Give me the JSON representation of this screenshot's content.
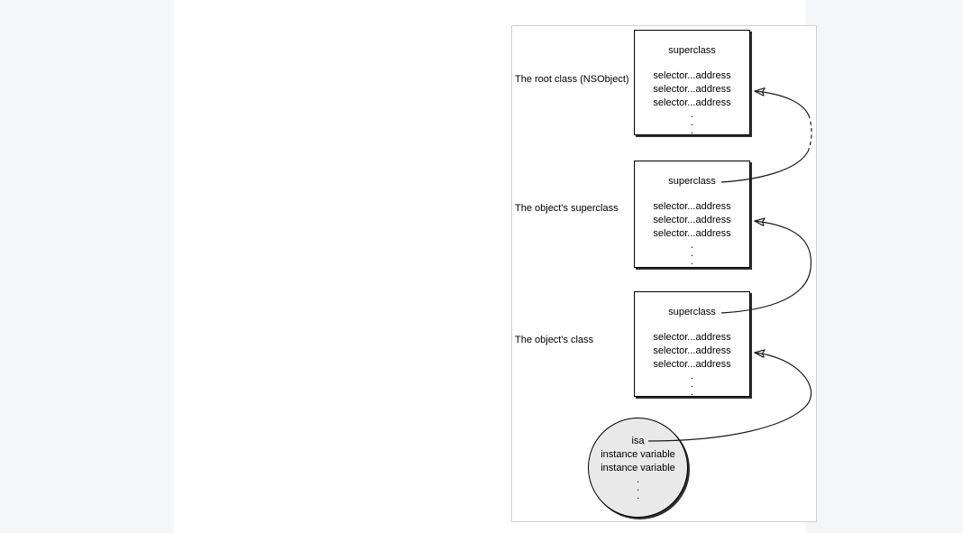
{
  "page": {
    "background_color": "#f5f6f7",
    "panel_color": "#ffffff",
    "frame_border_color": "#cfcfcf"
  },
  "diagram": {
    "box_border_color": "#000000",
    "shadow_color": "#2f2f2f",
    "circle_fill_color": "#e9e9e9",
    "arrow_color": "#1c1c1c",
    "classes": [
      {
        "label": "The root class (NSObject)",
        "superclass_field": "superclass",
        "method_rows": [
          "selector...address",
          "selector...address",
          "selector...address"
        ],
        "ellipsis": ".\n.\n."
      },
      {
        "label": "The object's superclass",
        "superclass_field": "superclass",
        "method_rows": [
          "selector...address",
          "selector...address",
          "selector...address"
        ],
        "ellipsis": ".\n.\n."
      },
      {
        "label": "The object's class",
        "superclass_field": "superclass",
        "method_rows": [
          "selector...address",
          "selector...address",
          "selector...address"
        ],
        "ellipsis": ".\n.\n."
      }
    ],
    "instance": {
      "isa_field": "isa",
      "variable_rows": [
        "instance variable",
        "instance variable"
      ],
      "ellipsis": ".\n.\n."
    }
  }
}
